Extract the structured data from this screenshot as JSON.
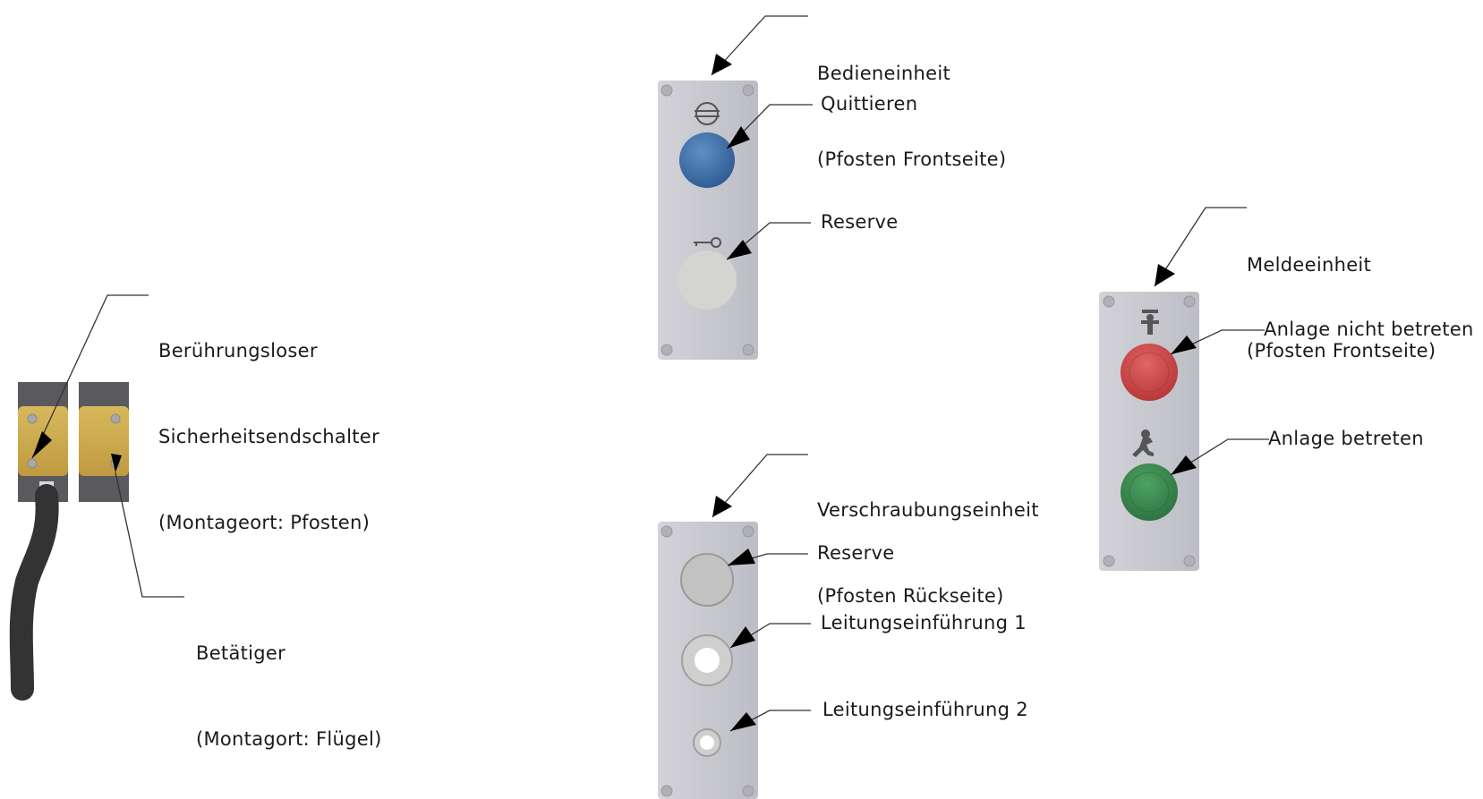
{
  "labels": {
    "sensor": {
      "line1": "Berührungsloser",
      "line2": "Sicherheitsendschalter",
      "line3": "(Montageort: Pfosten)"
    },
    "actuator": {
      "line1": "Betätiger",
      "line2": "(Montagort: Flügel)"
    },
    "control_unit": {
      "line1": "Bedieneinheit",
      "line2": "(Pfosten Frontseite)"
    },
    "acknowledge": "Quittieren",
    "reserve_top": "Reserve",
    "gland_unit": {
      "line1": "Verschraubungseinheit",
      "line2": "(Pfosten Rückseite)"
    },
    "reserve_bottom": "Reserve",
    "cable_entry_1": "Leitungseinführung 1",
    "cable_entry_2": "Leitungseinführung 2",
    "signal_unit": {
      "line1": "Meldeeinheit",
      "line2": "(Pfosten Frontseite)"
    },
    "do_not_enter": "Anlage nicht betreten",
    "enter": "Anlage betreten"
  },
  "colors": {
    "panel": "#c6c6ce",
    "blue_button": "#3f6fa8",
    "grey_button": "#d4d4d2",
    "red_button": "#c94444",
    "green_button": "#3b8a4e",
    "sensor_plate": "#c9a94f",
    "cable": "#333333"
  },
  "icons": {
    "acknowledge": "acknowledge-symbol-icon",
    "reserve": "key-icon",
    "do_not_enter": "standing-man-icon",
    "enter": "walking-man-icon"
  }
}
